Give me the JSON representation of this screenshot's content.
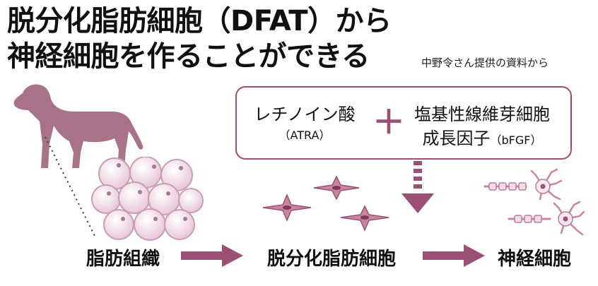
{
  "title": {
    "line1": "脱分化脂肪細胞（DFAT）から",
    "line2": "神経細胞を作ることができる"
  },
  "credit": "中野令さん提供の資料から",
  "box": {
    "reagent1": "レチノイン酸",
    "reagent1_sub": "（ATRA）",
    "plus": "＋",
    "reagent2_line1": "塩基性線維芽細胞",
    "reagent2_line2": "成長因子",
    "reagent2_sub": "（bFGF）"
  },
  "stages": [
    "脂肪組織",
    "脱分化脂肪細胞",
    "神経細胞"
  ],
  "colors": {
    "accent": "#9b4f74",
    "dog": "#a8728a",
    "cell_fill": "#f1dbe7",
    "cell_stroke": "#c99db3",
    "dfat": "#c9859f"
  },
  "icons": [
    "dog-icon",
    "fat-cell-cluster",
    "dfat-cell",
    "neuron-icon",
    "arrow-right-icon",
    "arrow-down-icon"
  ]
}
